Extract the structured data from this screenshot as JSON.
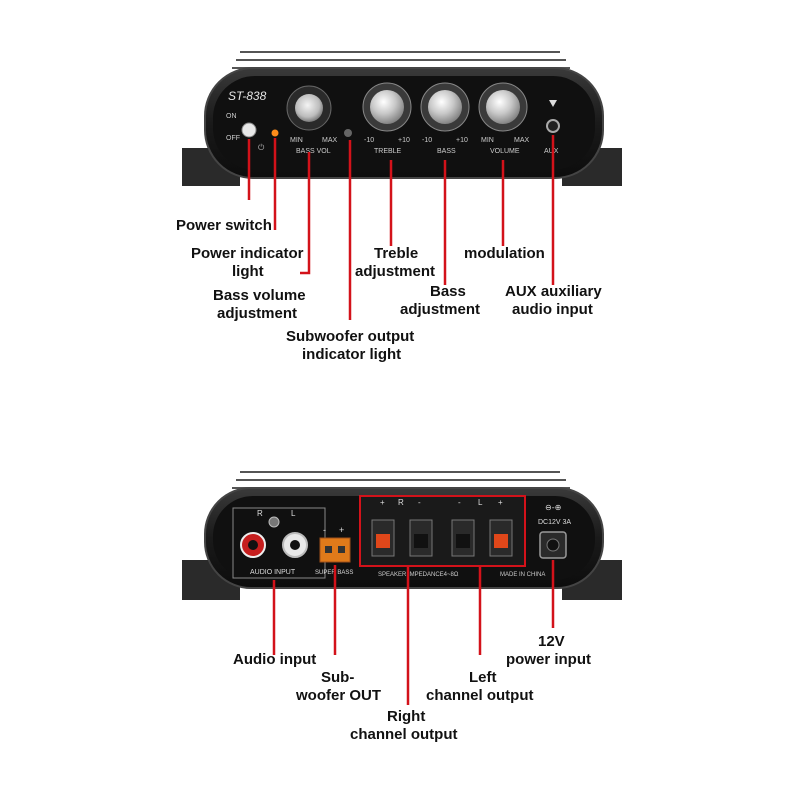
{
  "front": {
    "model": "ST-838",
    "switch_on": "ON",
    "switch_off": "OFF",
    "knob_labels": {
      "bass_min": "MIN",
      "bass_max": "MAX",
      "bass_title": "BASS VOL",
      "treble_min": "-10",
      "treble_max": "+10",
      "treble_title": "TREBLE",
      "bass2_min": "-10",
      "bass2_max": "+10",
      "bass2_title": "BASS",
      "vol_min": "MIN",
      "vol_max": "MAX",
      "vol_title": "VOLUME",
      "aux_title": "AUX"
    },
    "callouts": {
      "power_switch": "Power switch",
      "power_indicator_1": "Power indicator",
      "power_indicator_2": "light",
      "bass_volume_1": "Bass volume",
      "bass_volume_2": "adjustment",
      "sub_indicator_1": "Subwoofer output",
      "sub_indicator_2": "indicator light",
      "treble_1": "Treble",
      "treble_2": "adjustment",
      "bass_adj_1": "Bass",
      "bass_adj_2": "adjustment",
      "modulation": "modulation",
      "aux_1": "AUX auxiliary",
      "aux_2": "audio input"
    }
  },
  "back": {
    "rca_r": "R",
    "rca_l": "L",
    "audio_input": "AUDIO INPUT",
    "super_bass": "SUPER BASS",
    "sub_minus": "-",
    "sub_plus": "+",
    "speaker_r_plus": "+",
    "speaker_r": "R",
    "speaker_r_minus": "-",
    "speaker_l_minus": "-",
    "speaker_l": "L",
    "speaker_l_plus": "+",
    "impedance": "SPEAKER IMPEDANCE4~8Ω",
    "made_in": "MADE IN CHINA",
    "dc_label": "DC12V 3A",
    "callouts": {
      "audio_input": "Audio input",
      "sub_out_1": "Sub-",
      "sub_out_2": "woofer OUT",
      "right_1": "Right",
      "right_2": "channel output",
      "left_1": "Left",
      "left_2": "channel output",
      "power_1": "12V",
      "power_2": "power input"
    }
  },
  "colors": {
    "leader": "#d3121a",
    "panel": "#111111",
    "led": "#ff8c1a"
  }
}
